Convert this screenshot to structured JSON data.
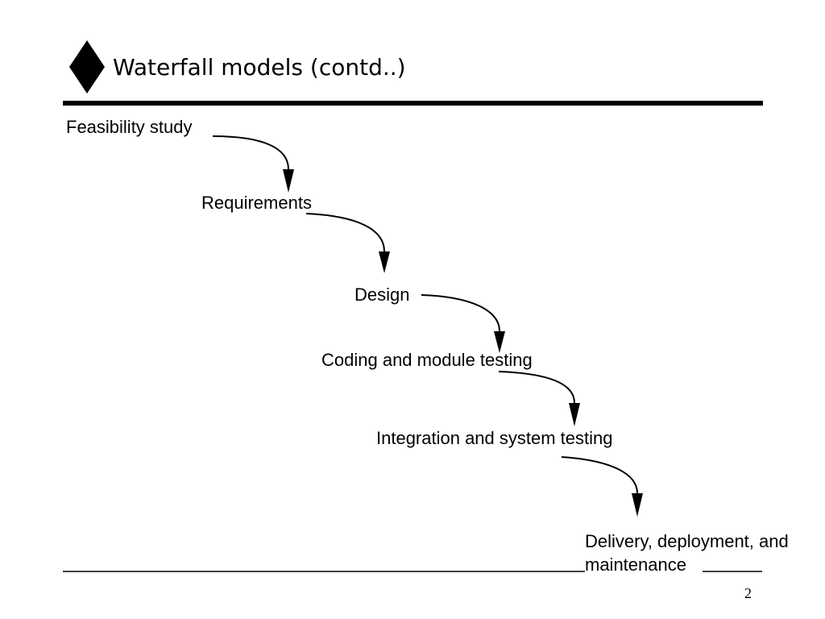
{
  "slide": {
    "title": "Waterfall models (contd..)",
    "title_bullet_icon": "diamond-icon",
    "page_number": "2"
  },
  "diagram": {
    "type": "waterfall",
    "steps": [
      {
        "label": "Feasibility study"
      },
      {
        "label": "Requirements"
      },
      {
        "label": "Design"
      },
      {
        "label": "Coding and module testing"
      },
      {
        "label": "Integration and system testing"
      },
      {
        "label_line_1": "Delivery, deployment, and",
        "label_line_2": "maintenance"
      }
    ],
    "connector_icon": "curved-arrow-down-icon",
    "connector_color": "#000000"
  }
}
